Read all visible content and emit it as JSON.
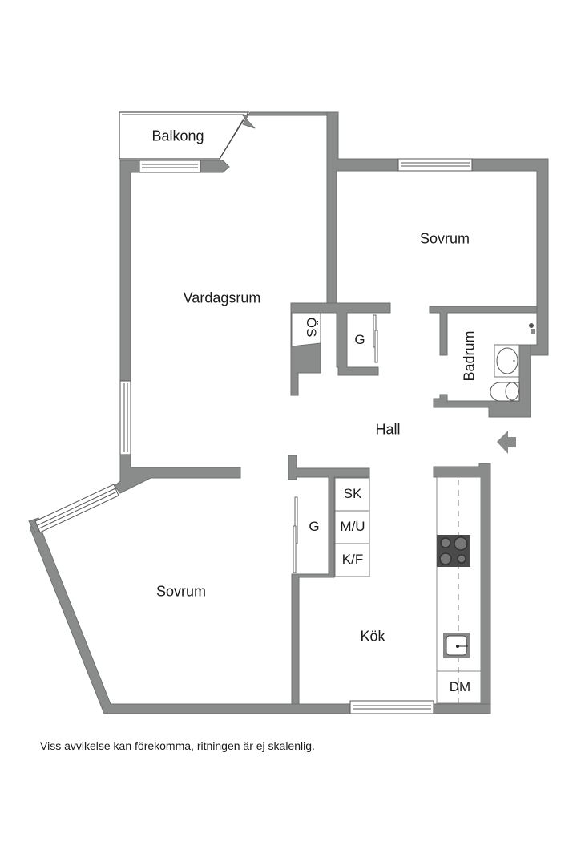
{
  "floorplan": {
    "wall_color": "#8a8c8c",
    "rooms": {
      "balkong": "Balkong",
      "vardagsrum": "Vardagsrum",
      "sovrum_1": "Sovrum",
      "sovrum_2": "Sovrum",
      "hall": "Hall",
      "badrum": "Badrum",
      "kok": "Kök"
    },
    "fixtures": {
      "os": "ÖS",
      "garderob_1": "G",
      "garderob_2": "G",
      "sk": "SK",
      "mu": "M/U",
      "kf": "K/F",
      "dm": "DM"
    },
    "entrance_icon": "entrance-arrow-icon"
  },
  "disclaimer": "Viss avvikelse kan förekomma, ritningen är ej skalenlig."
}
